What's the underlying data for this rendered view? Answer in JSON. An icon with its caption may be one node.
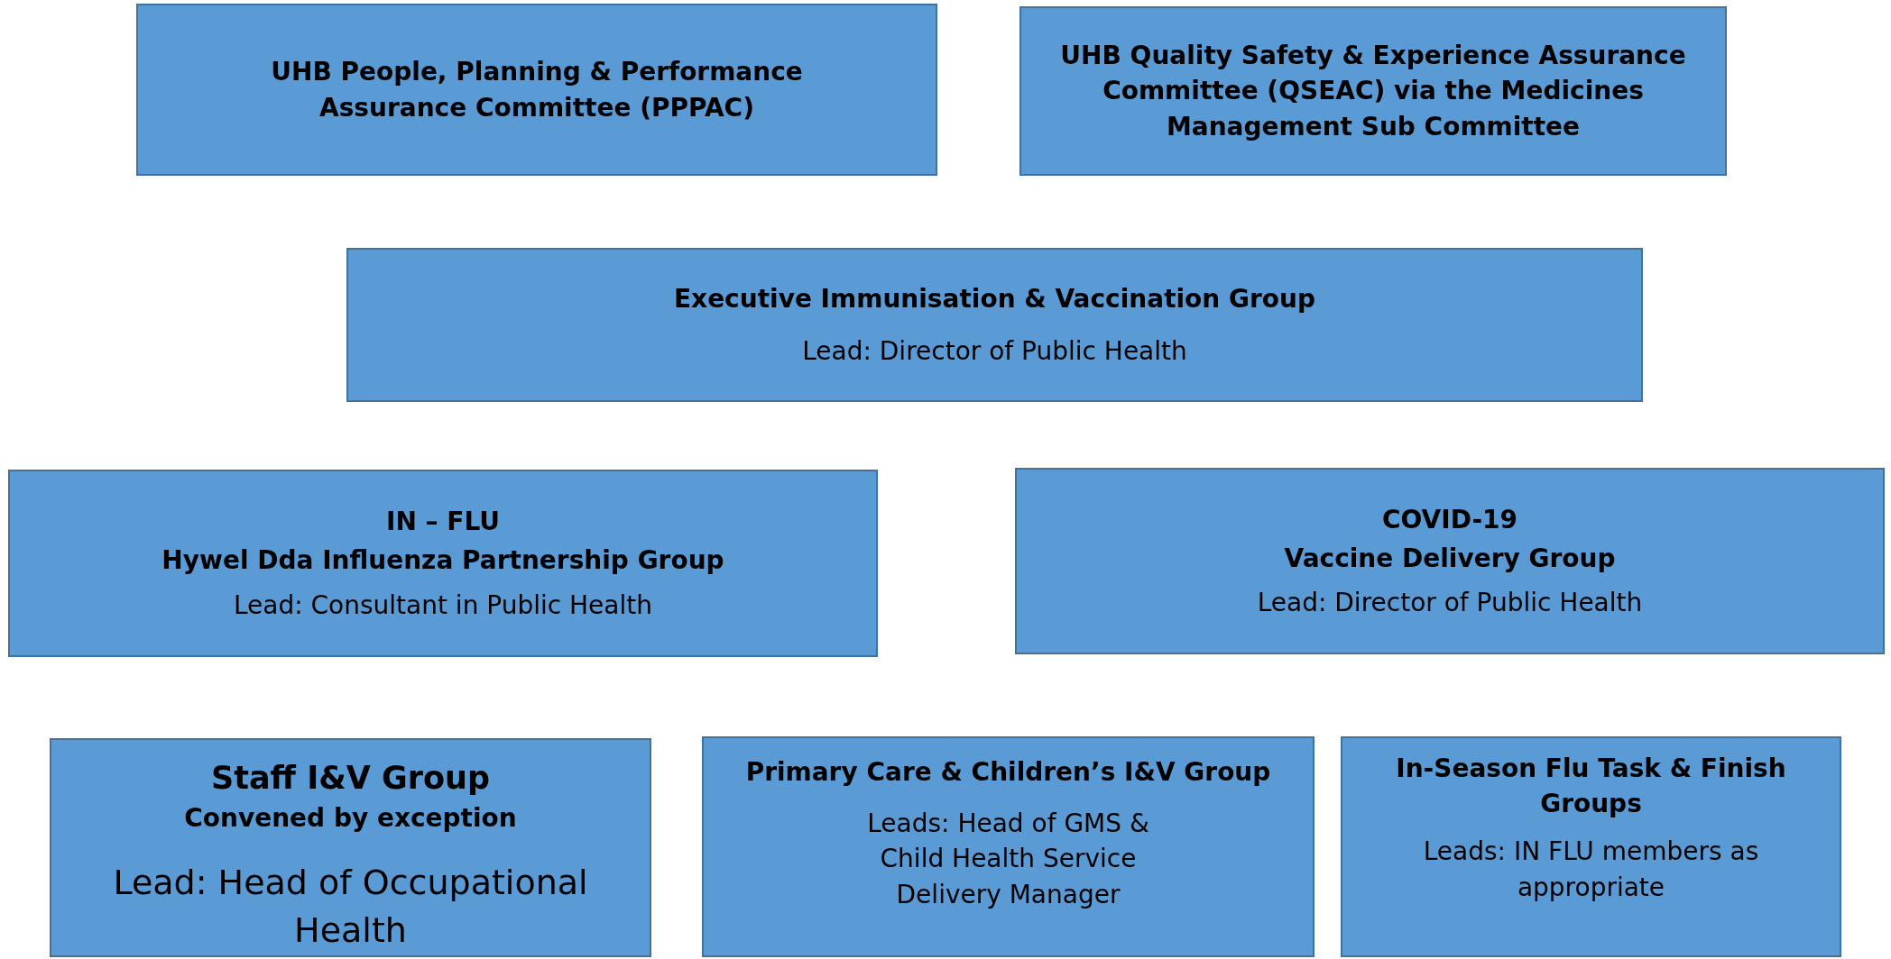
{
  "diagram": {
    "nodes": [
      {
        "text": [
          "UHB People, Planning & Performance Assurance Committee (PPPAC)"
        ]
      },
      {
        "text": [
          "**UHB Quality Safety & Experience Assurance Committee (QSEAC)** via the **Medicines Management Sub Committee**"
        ]
      },
      {
        "text": [
          "Executive Immunisation & Vaccination Group",
          "Lead: Director of Public Health"
        ]
      },
      {
        "text": [
          "IN – FLU",
          "Hywel Dda Influenza Partnership Group",
          "Lead: Consultant in Public Health"
        ]
      },
      {
        "text": [
          "COVID-19",
          "Vaccine Delivery Group",
          "Lead: Director of Public Health"
        ]
      },
      {
        "text": [
          "Staff I&V Group",
          "Convened by exception",
          "Lead: Head of Occupational Health"
        ]
      },
      {
        "text": [
          "Primary Care & Children’s I&V Group",
          "Leads: Head of GMS & Child Health Service Delivery Manager"
        ]
      },
      {
        "text": [
          "In-Season Flu Task & Finish Groups",
          "Leads: IN FLU members as appropriate"
        ]
      }
    ]
  }
}
